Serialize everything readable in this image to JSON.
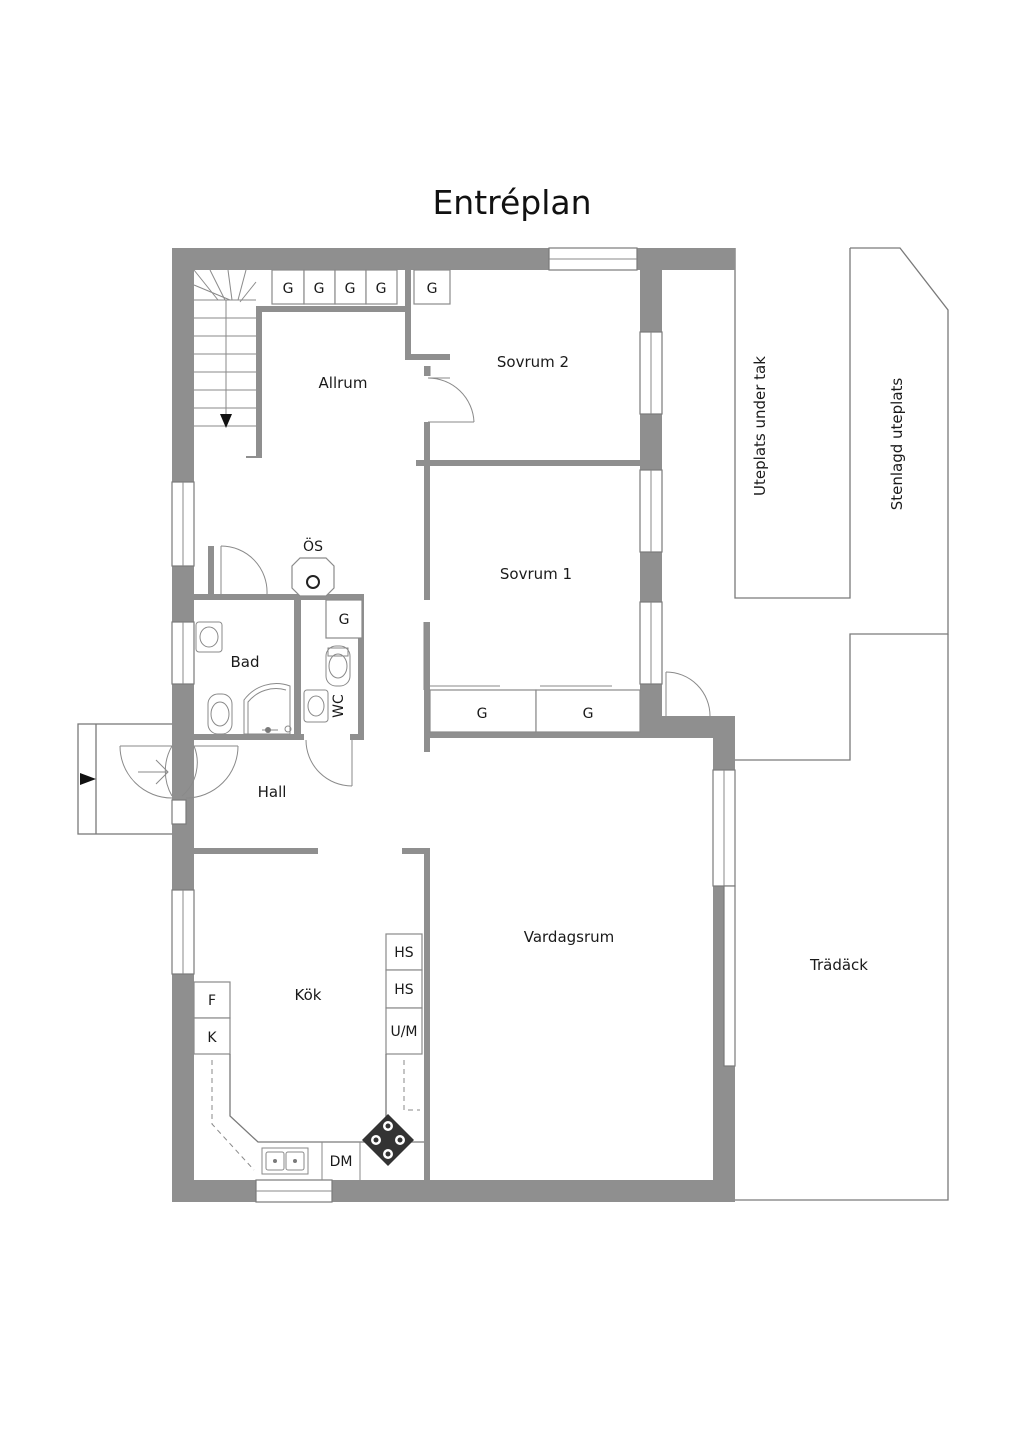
{
  "title": "Entréplan",
  "rooms": {
    "allrum": "Allrum",
    "sovrum2": "Sovrum 2",
    "sovrum1": "Sovrum 1",
    "bad": "Bad",
    "hall": "Hall",
    "kok": "Kök",
    "vardagsrum": "Vardagsrum",
    "uteplats_under_tak": "Uteplats under tak",
    "stenlagd_uteplats": "Stenlagd uteplats",
    "tradack": "Trädäck"
  },
  "fixtures": {
    "g": "G",
    "os": "ÖS",
    "wc": "WC",
    "hs": "HS",
    "um": "U/M",
    "f": "F",
    "k": "K",
    "dm": "DM"
  }
}
